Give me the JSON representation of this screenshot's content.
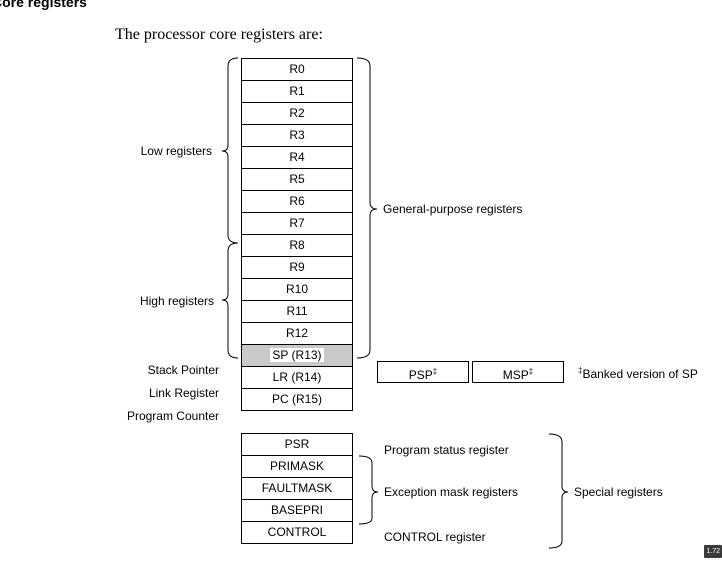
{
  "heading": "Core registers",
  "intro": "The processor core registers are:",
  "gp_registers": [
    "R0",
    "R1",
    "R2",
    "R3",
    "R4",
    "R5",
    "R6",
    "R7",
    "R8",
    "R9",
    "R10",
    "R11",
    "R12"
  ],
  "low_label": "Low registers",
  "high_label": "High registers",
  "gp_label": "General-purpose registers",
  "sp": {
    "label": "Stack Pointer",
    "cell": "SP (R13)"
  },
  "lr": {
    "label": "Link Register",
    "cell": "LR (R14)"
  },
  "pc": {
    "label": "Program Counter",
    "cell": "PC (R15)"
  },
  "psp": "PSP",
  "msp": "MSP",
  "dagger": "‡",
  "banked_note": "Banked version of SP",
  "special_registers": [
    "PSR",
    "PRIMASK",
    "FAULTMASK",
    "BASEPRI",
    "CONTROL"
  ],
  "psr_desc": "Program status register",
  "exception_desc": "Exception mask registers",
  "control_desc": "CONTROL register",
  "special_label": "Special registers",
  "corner_badge": "1.72"
}
